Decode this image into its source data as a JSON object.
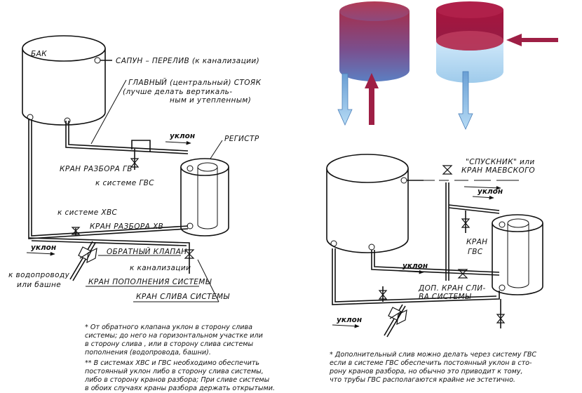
{
  "left": {
    "tank_label": "БАК",
    "vent_label": "САПУН – ПЕРЕЛИВ (к канализации)",
    "riser_label_1": "ГЛАВНЫЙ (центральный) СТОЯК",
    "riser_label_2": "(лучше делать вертикаль-",
    "riser_label_3": "ным и утепленным)",
    "slope_top": "уклон",
    "register_label": "РЕГИСТР",
    "tap_hw_label": "КРАН РАЗБОРА ГВ",
    "to_hw_system": "к системе ГВС",
    "to_cw_system": "к системе ХВС",
    "tap_cw_label": "КРАН РАЗБОРА ХВ",
    "slope_bottom": "уклон",
    "check_valve_label": "ОБРАТНЫЙ КЛАПАН",
    "to_sewer": "к канализации",
    "to_water_1": "к водопроводу",
    "to_water_2": "или башне",
    "fill_valve_label": "КРАН ПОПОЛНЕНИЯ СИСТЕМЫ",
    "drain_valve_label": "КРАН СЛИВА СИСТЕМЫ",
    "note1": [
      "* От обратного клапана уклон в сторону слива",
      "системы; до него на горизонтальном участке или",
      "в сторону слива , или в сторону слива системы",
      "пополнения (водопровода, башни)."
    ],
    "note2": [
      "** В системах ХВС и ГВС необходимо обеспечить",
      "постоянный уклон либо в сторону слива системы,",
      "либо в сторону кранов разбора; При сливе системы",
      "в обоих случаях краны разбора держать открытыми."
    ]
  },
  "right": {
    "vent_label_1": "\"СПУСКНИК\" или",
    "vent_label_2": "КРАН МАЕВСКОГО",
    "slope_1": "уклон",
    "tap_hw_label_1": "КРАН",
    "tap_hw_label_2": "ГВС",
    "slope_2": "уклон",
    "drain_label_1": "ДОП. КРАН СЛИ-",
    "drain_label_2": "ВА СИСТЕМЫ",
    "slope_3": "уклон",
    "note": [
      "* Дополнительный слив можно делать через систему ГВС",
      "если в системе ГВС обеспечить постоянный уклон в сто-",
      "рону кранов разбора, но обычно это приводит к тому,",
      "что трубы ГВС располагаются крайне не эстетично."
    ]
  },
  "colors": {
    "hot": "#9e1f45",
    "cold": "#a9d2ee",
    "mixed": "#6a4f8c",
    "ink": "#111111"
  }
}
